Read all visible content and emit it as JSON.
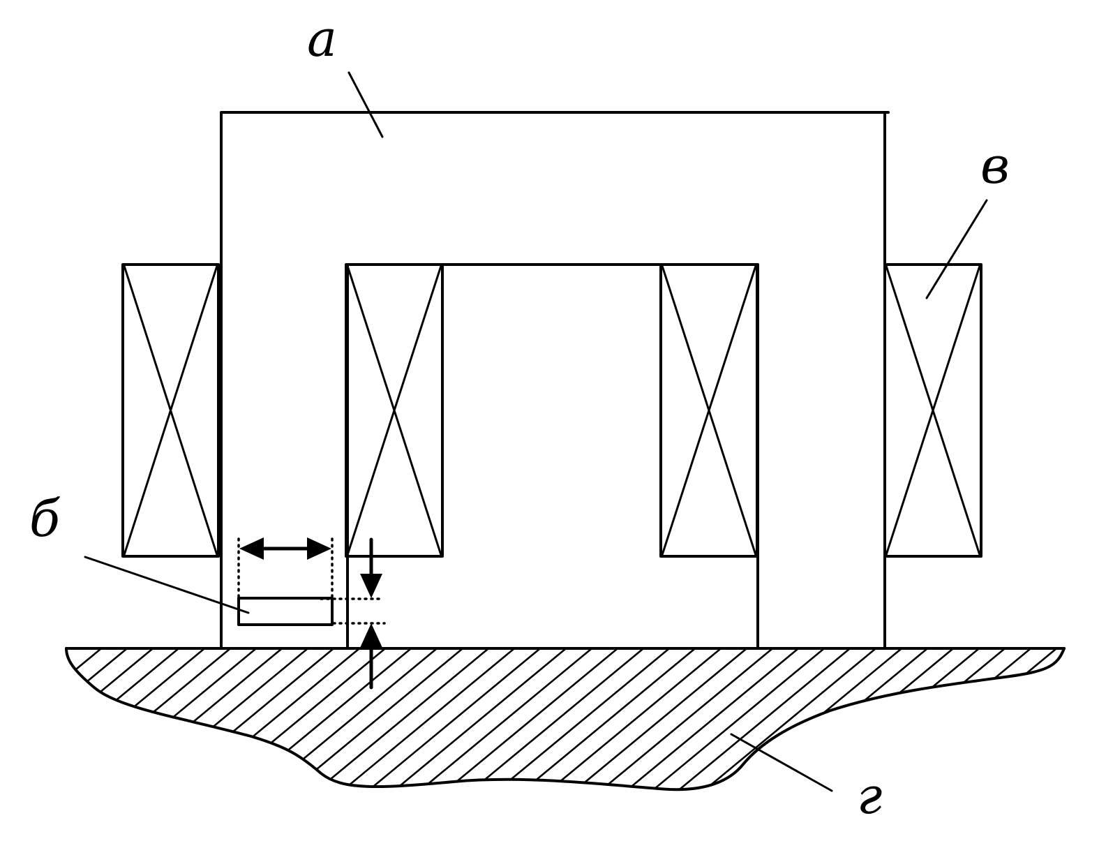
{
  "labels": {
    "a": "а",
    "b": "б",
    "v": "в",
    "g": "г"
  }
}
